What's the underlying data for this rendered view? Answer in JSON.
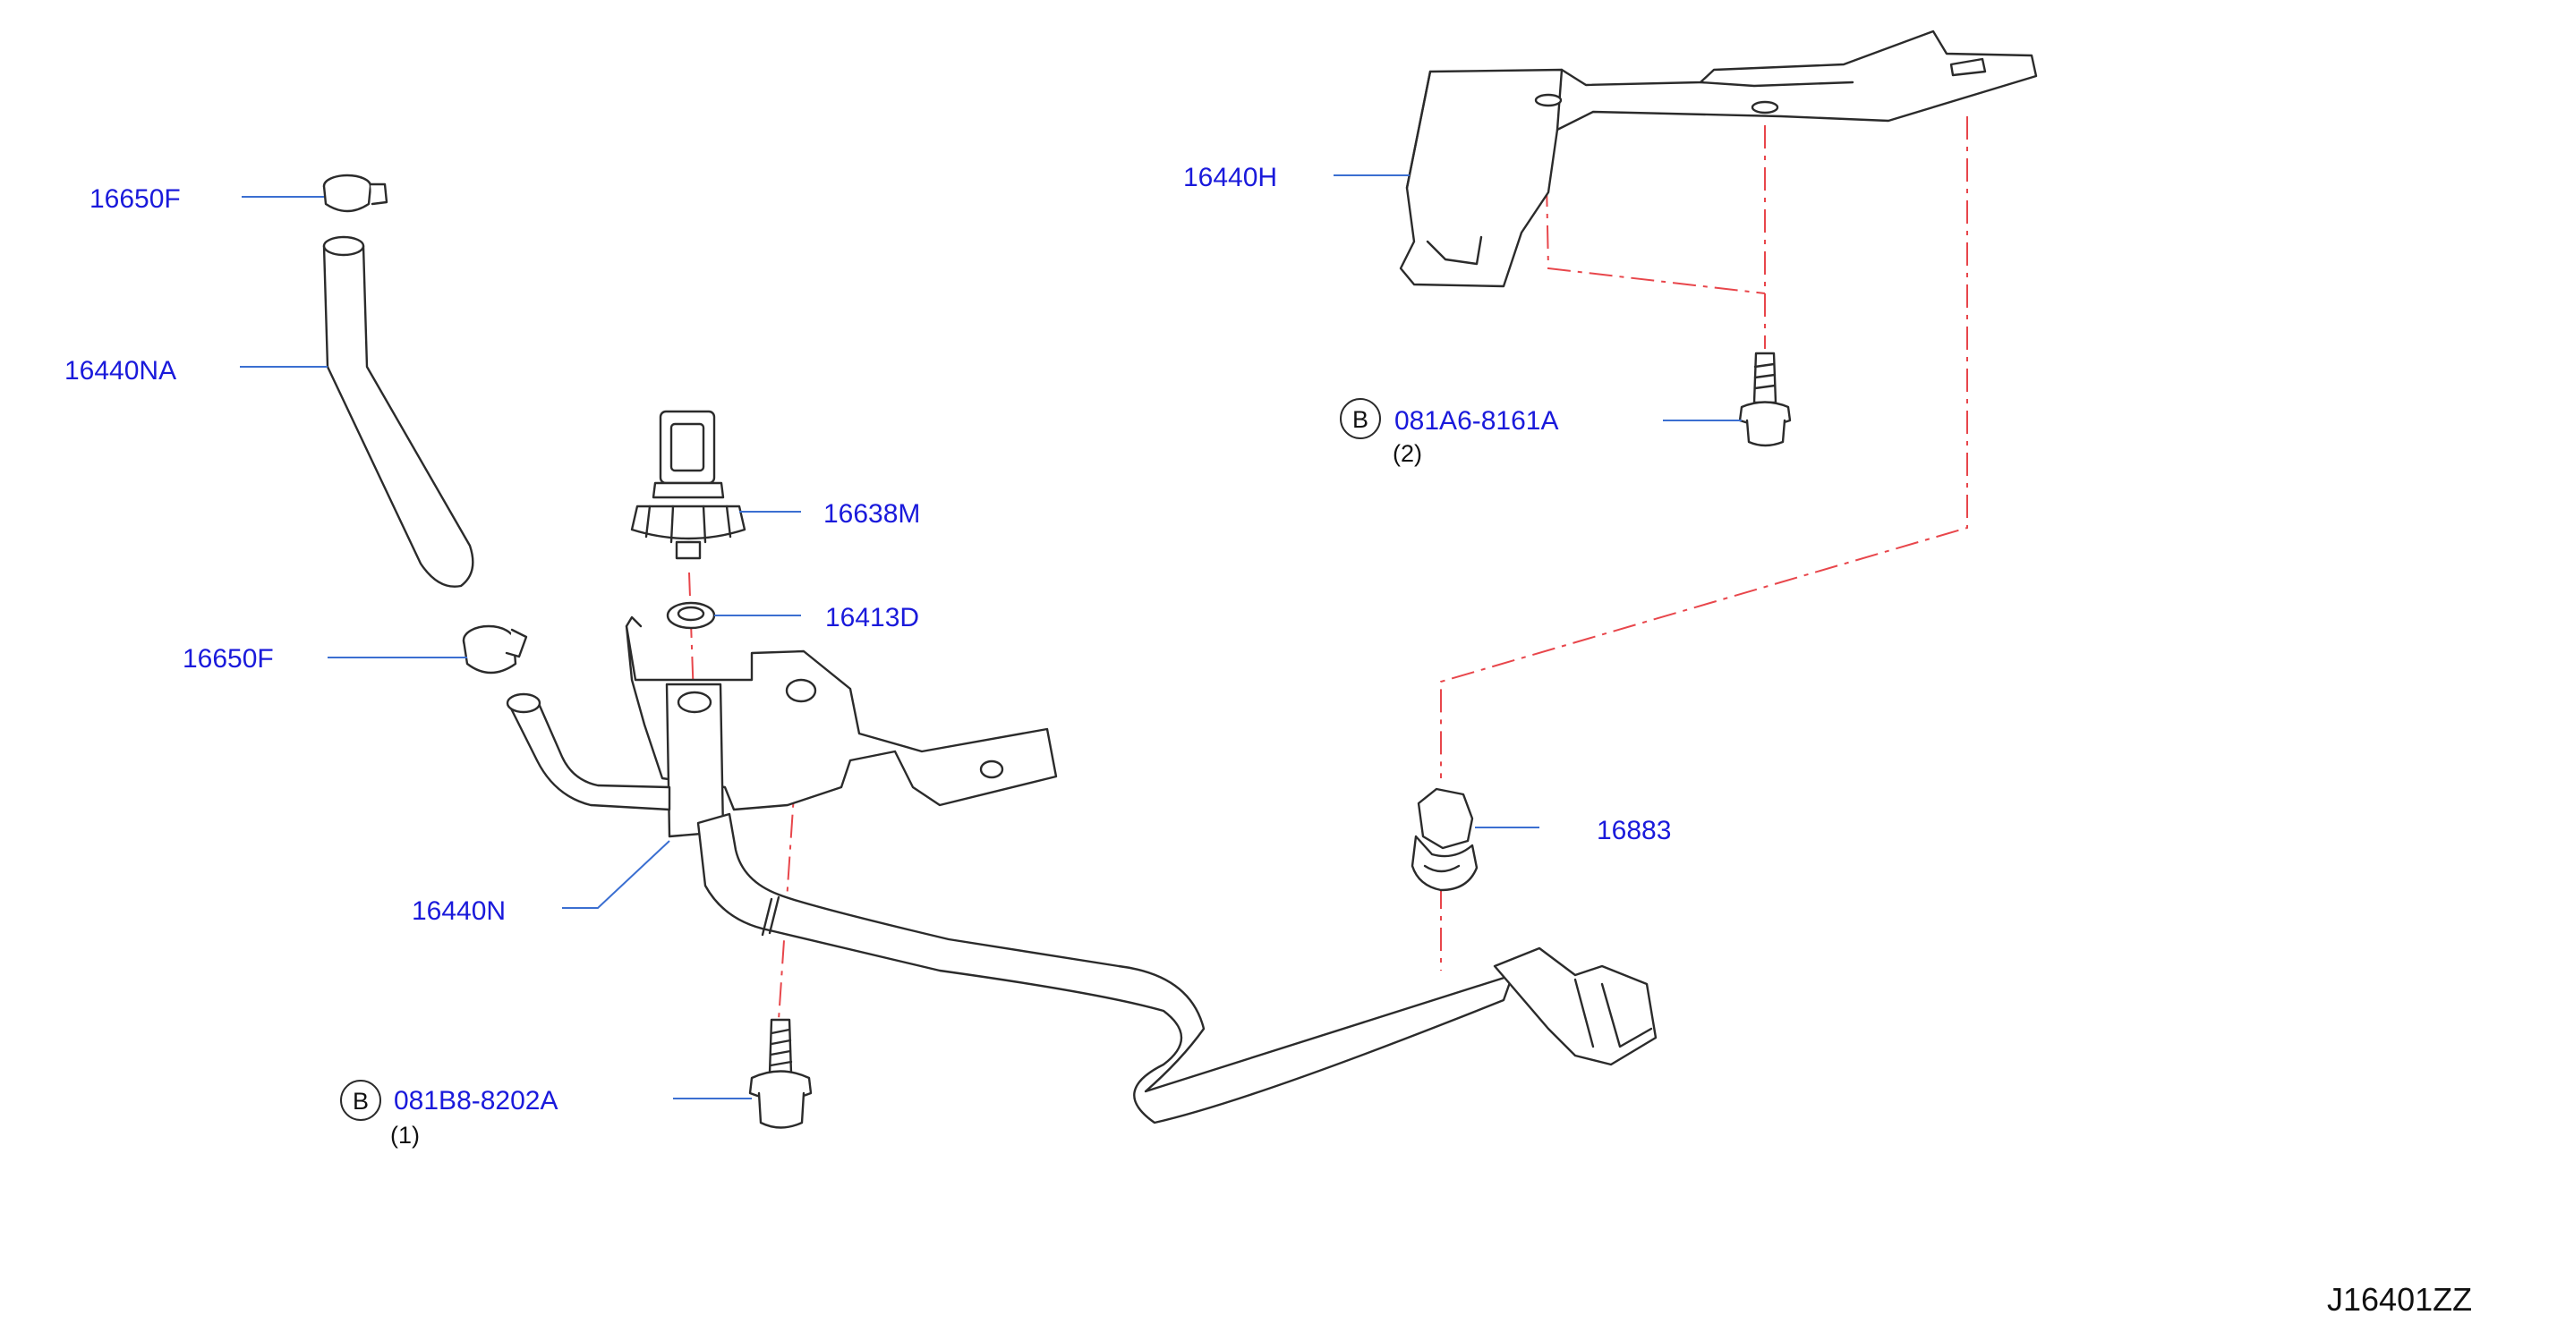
{
  "diagram": {
    "code": "J16401ZZ",
    "colors": {
      "part_number_text": "#1a1adb",
      "leader_line": "#3b6fd1",
      "center_line": "#e8464b",
      "part_outline": "#2b2b2b"
    },
    "callouts": [
      {
        "id": "clamp_top",
        "part_no": "16650F"
      },
      {
        "id": "hose_upper",
        "part_no": "16440NA"
      },
      {
        "id": "clamp_lower",
        "part_no": "16650F"
      },
      {
        "id": "sensor",
        "part_no": "16638M"
      },
      {
        "id": "washer",
        "part_no": "16413D"
      },
      {
        "id": "tube_assembly",
        "part_no": "16440N"
      },
      {
        "id": "bracket",
        "part_no": "16440H"
      },
      {
        "id": "clip",
        "part_no": "16883"
      }
    ],
    "bolts": [
      {
        "id": "bolt_lower",
        "badge": "B",
        "part_no": "081B8-8202A",
        "qty": "(1)"
      },
      {
        "id": "bolt_upper",
        "badge": "B",
        "part_no": "081A6-8161A",
        "qty": "(2)"
      }
    ]
  }
}
